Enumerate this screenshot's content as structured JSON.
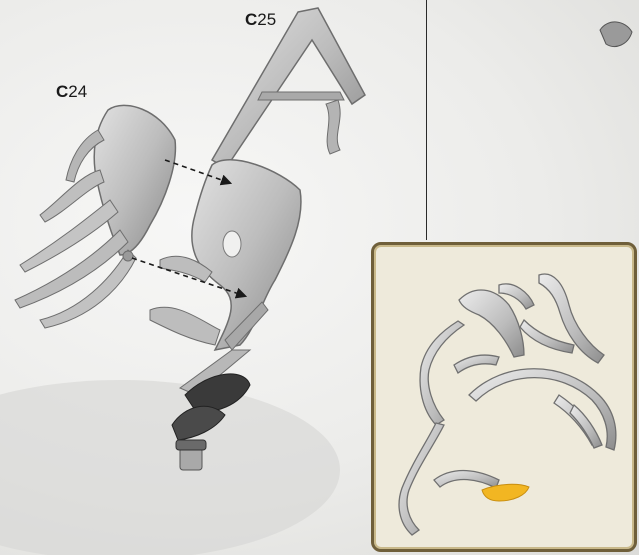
{
  "labels": {
    "c24": {
      "letter": "C",
      "number": "24"
    },
    "c25": {
      "letter": "C",
      "number": "25"
    }
  },
  "colors": {
    "part_fill": "#c9c9c9",
    "part_shadow": "#8e8e8e",
    "base_dark": "#3a3a3a",
    "inset_bg": "#eeeadb",
    "inset_border": "#6f5f3a",
    "highlight": "#f2b622"
  },
  "icons": {
    "arrow_upper": "dashed-arrow-icon",
    "arrow_lower": "dashed-arrow-icon"
  }
}
